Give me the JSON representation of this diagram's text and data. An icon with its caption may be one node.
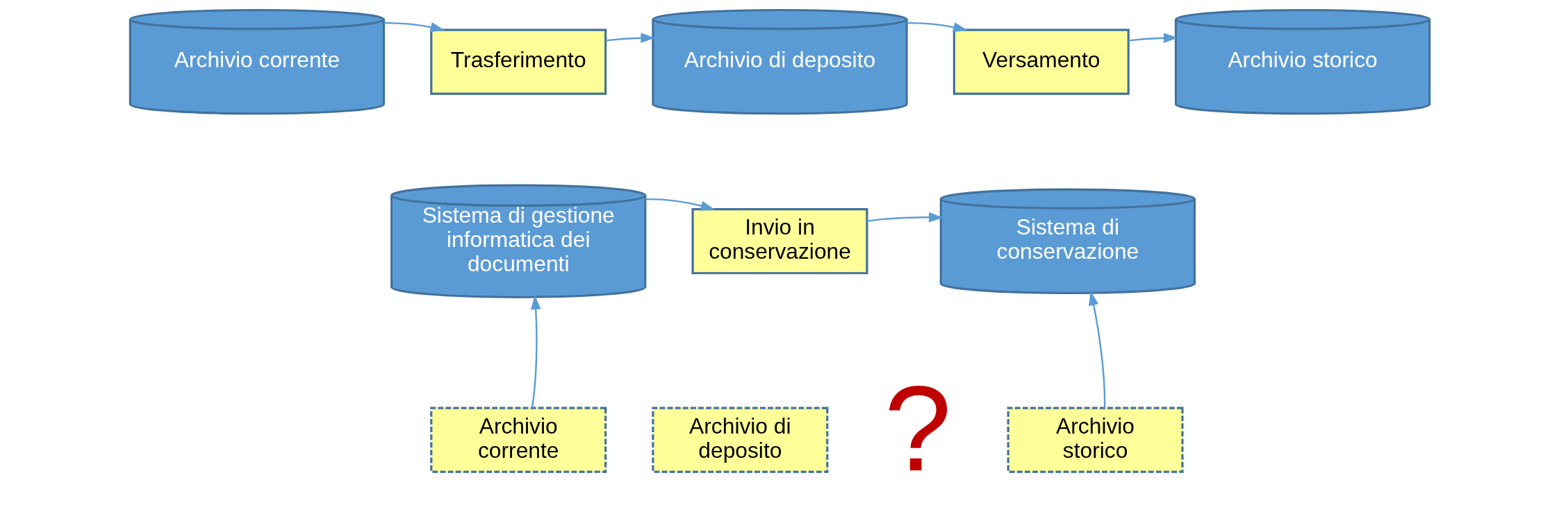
{
  "diagram": {
    "nodes": [
      {
        "text": [
          "Archivio corrente"
        ]
      },
      {
        "text": [
          "Trasferimento"
        ]
      },
      {
        "text": [
          "Archivio di deposito"
        ]
      },
      {
        "text": [
          "Versamento"
        ]
      },
      {
        "text": [
          "Archivio storico"
        ]
      },
      {
        "text": [
          "Sistema di gestione informatica dei documenti"
        ]
      },
      {
        "text": [
          "Invio in conservazione"
        ]
      },
      {
        "text": [
          "Sistema di conservazione"
        ]
      },
      {
        "text": [
          "Archivio corrente"
        ]
      },
      {
        "text": [
          "Archivio di deposito"
        ]
      },
      {
        "text": [
          "Archivio storico"
        ]
      }
    ],
    "edges": [
      {
        "from": 0,
        "to": 1,
        "arrow": "to"
      },
      {
        "from": 1,
        "to": 2,
        "arrow": "to"
      },
      {
        "from": 2,
        "to": 3,
        "arrow": "to"
      },
      {
        "from": 3,
        "to": 4,
        "arrow": "to"
      },
      {
        "from": 5,
        "to": 6,
        "arrow": "to"
      },
      {
        "from": 6,
        "to": 7,
        "arrow": "to"
      },
      {
        "from": 8,
        "to": 5,
        "arrow": "to"
      },
      {
        "from": 10,
        "to": 7,
        "arrow": "to"
      }
    ],
    "labels": [
      "?"
    ]
  }
}
